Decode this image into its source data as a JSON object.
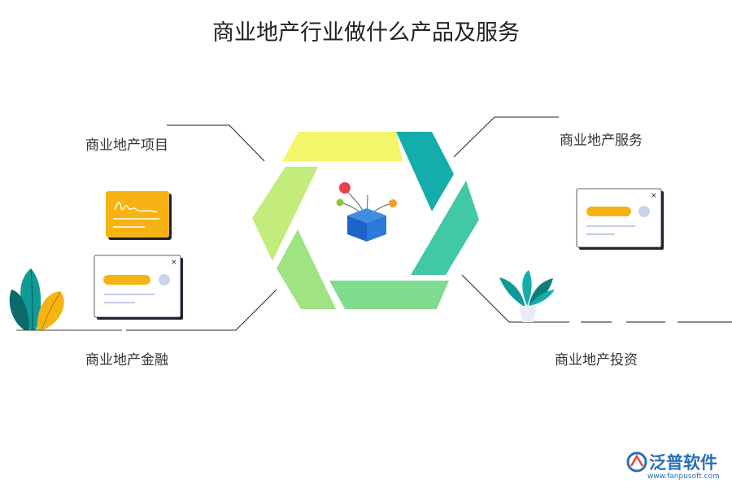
{
  "title": "商业地产行业做什么产品及服务",
  "items": {
    "top_left": "商业地产项目",
    "top_right": "商业地产服务",
    "bottom_left": "商业地产金融",
    "bottom_right": "商业地产投资"
  },
  "brand": {
    "name": "泛普软件",
    "url": "www.fanpusoft.com"
  },
  "colors": {
    "hex_top": "#f5f56c",
    "hex_top_right": "#13aeab",
    "hex_right": "#41c9a5",
    "hex_bottom": "#7fdc8f",
    "hex_bottom_left": "#9fe383",
    "hex_left": "#c3ec7d",
    "brand": "#2b6fb6"
  }
}
